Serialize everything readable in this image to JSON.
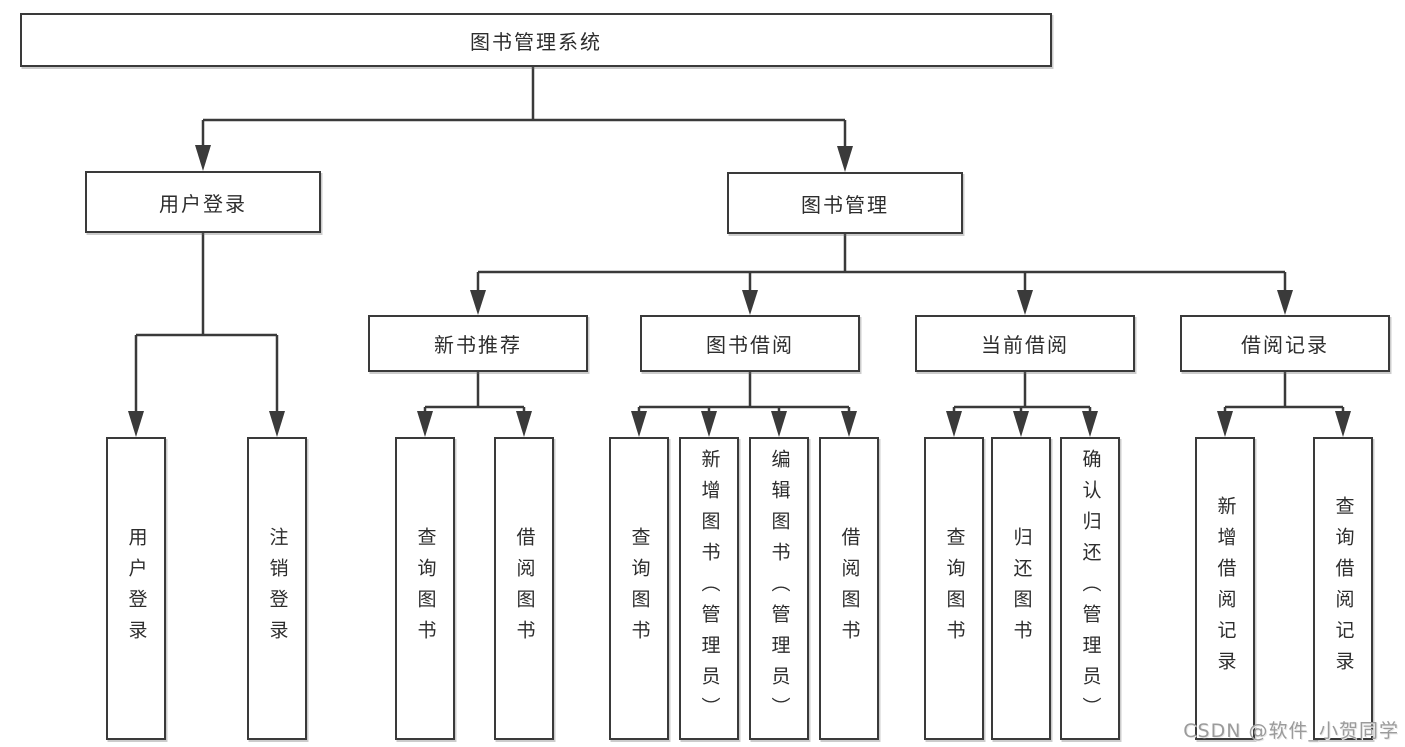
{
  "diagram": {
    "title": "图书管理系统",
    "level2": [
      "用户登录",
      "图书管理"
    ],
    "level3": [
      "新书推荐",
      "图书借阅",
      "当前借阅",
      "借阅记录"
    ],
    "leaves": {
      "user": [
        "用户登录",
        "注销登录"
      ],
      "recommend": [
        "查询图书",
        "借阅图书"
      ],
      "borrow": [
        "查询图书",
        "新增图书（管理员）",
        "编辑图书（管理员）",
        "借阅图书"
      ],
      "current": [
        "查询图书",
        "归还图书",
        "确认归还（管理员）"
      ],
      "records": [
        "新增借阅记录",
        "查询借阅记录"
      ]
    }
  },
  "watermark": "CSDN @软件_小贺同学",
  "colors": {
    "line": "#3a3a3a",
    "box_border": "#3a3a3a",
    "text": "#2d2d2d",
    "watermark_text": "#9b9b9b",
    "background": "#ffffff"
  }
}
